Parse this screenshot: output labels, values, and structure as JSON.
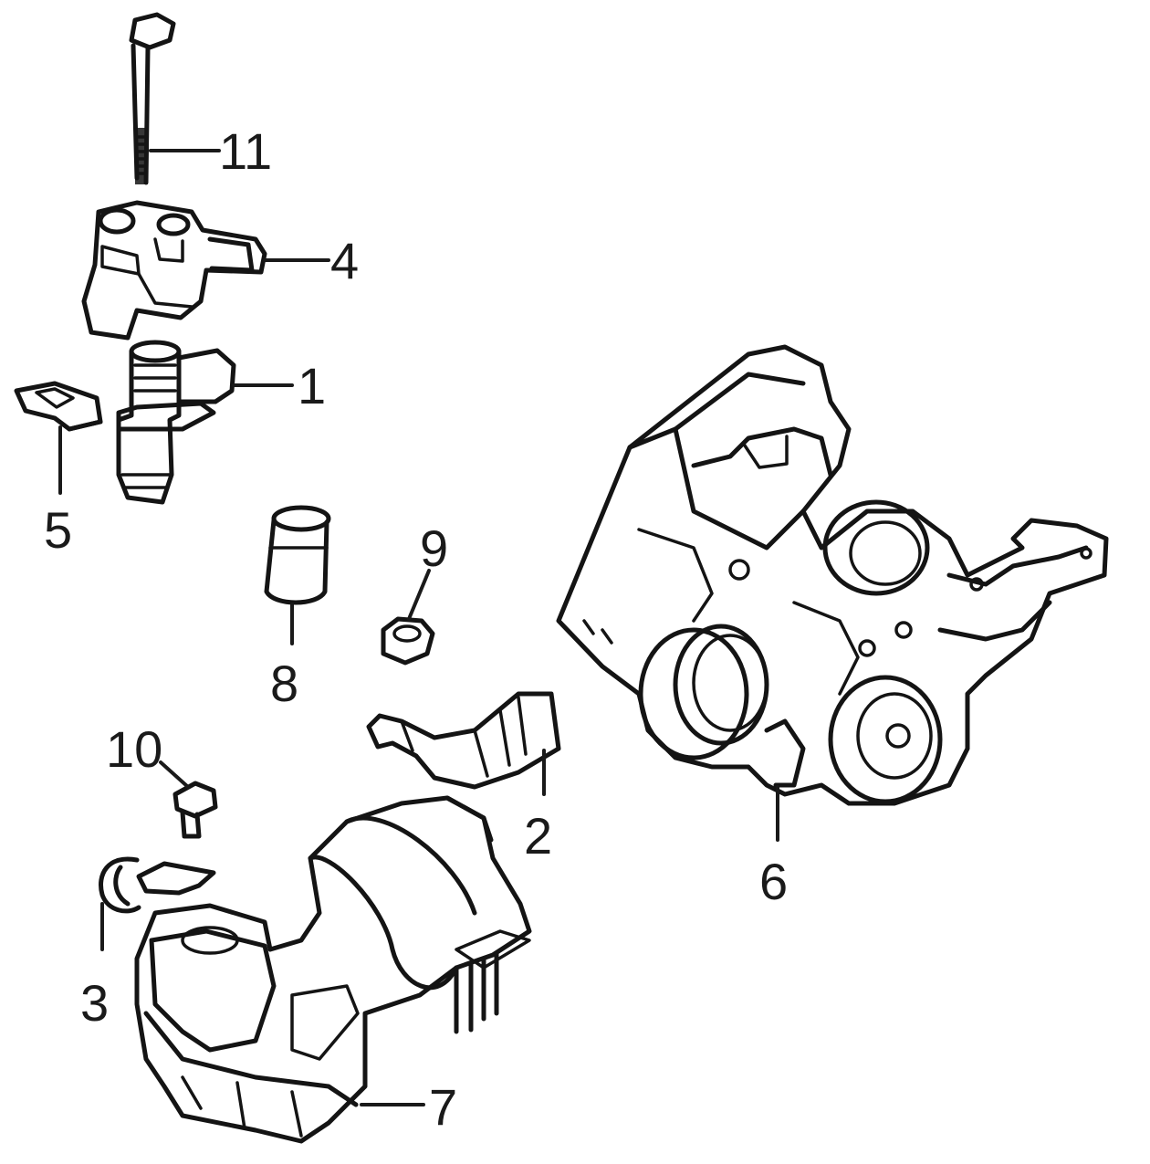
{
  "callouts": {
    "n1": "1",
    "n2": "2",
    "n3": "3",
    "n4": "4",
    "n5": "5",
    "n6": "6",
    "n7": "7",
    "n8": "8",
    "n9": "9",
    "n10": "10",
    "n11": "11"
  },
  "colors": {
    "line": "#141414",
    "background": "#ffffff"
  }
}
